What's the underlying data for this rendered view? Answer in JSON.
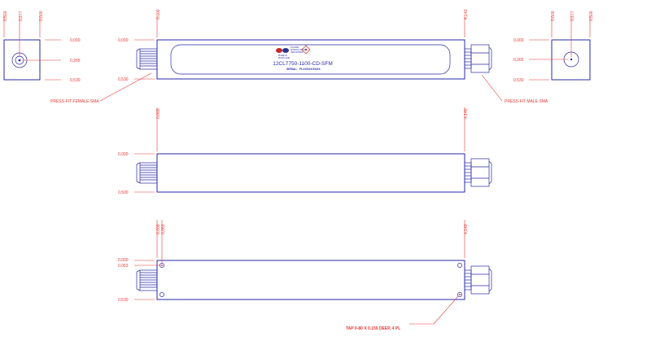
{
  "drawing": {
    "part_number": "12CL7750-1100-CD-SFM",
    "serial_label": "SERIAL:",
    "serial_value": "PLXXXXX/XXXX",
    "logo_text": [
      "PLANAR",
      "MONOLITHICS",
      "INDUSTRIES",
      "MADE IN",
      "MARYLAND"
    ]
  },
  "dims": {
    "left_end": {
      "x": [
        "0,550",
        "0,277",
        "0,000"
      ],
      "y": [
        "0,000",
        "0,265",
        "0,530"
      ]
    },
    "top_view": {
      "x": [
        "0,000",
        "4,140"
      ],
      "y": [
        "0,000",
        "0,530"
      ]
    },
    "side_view": {
      "x": [
        "0,000",
        "4,140"
      ],
      "y": [
        "0,000",
        "0,500"
      ]
    },
    "bottom_view": {
      "x": [
        "0,000",
        "0,063",
        "4,140"
      ],
      "y": [
        "0,000",
        "0,063",
        "0,530"
      ]
    },
    "right_end": {
      "x": [
        "0,000",
        "0,277",
        "0,500"
      ],
      "y": [
        "0,000",
        "0,265",
        "0,530"
      ]
    }
  },
  "callouts": {
    "female": "PRESS-FIT FEMALE SMA",
    "male": "PRESS-FIT MALE SMA",
    "tap": "TAP 0-80 X 0.150 DEEP, 4 PL"
  },
  "colors": {
    "outline": "#2a2aa8",
    "dimension": "#e53935"
  }
}
